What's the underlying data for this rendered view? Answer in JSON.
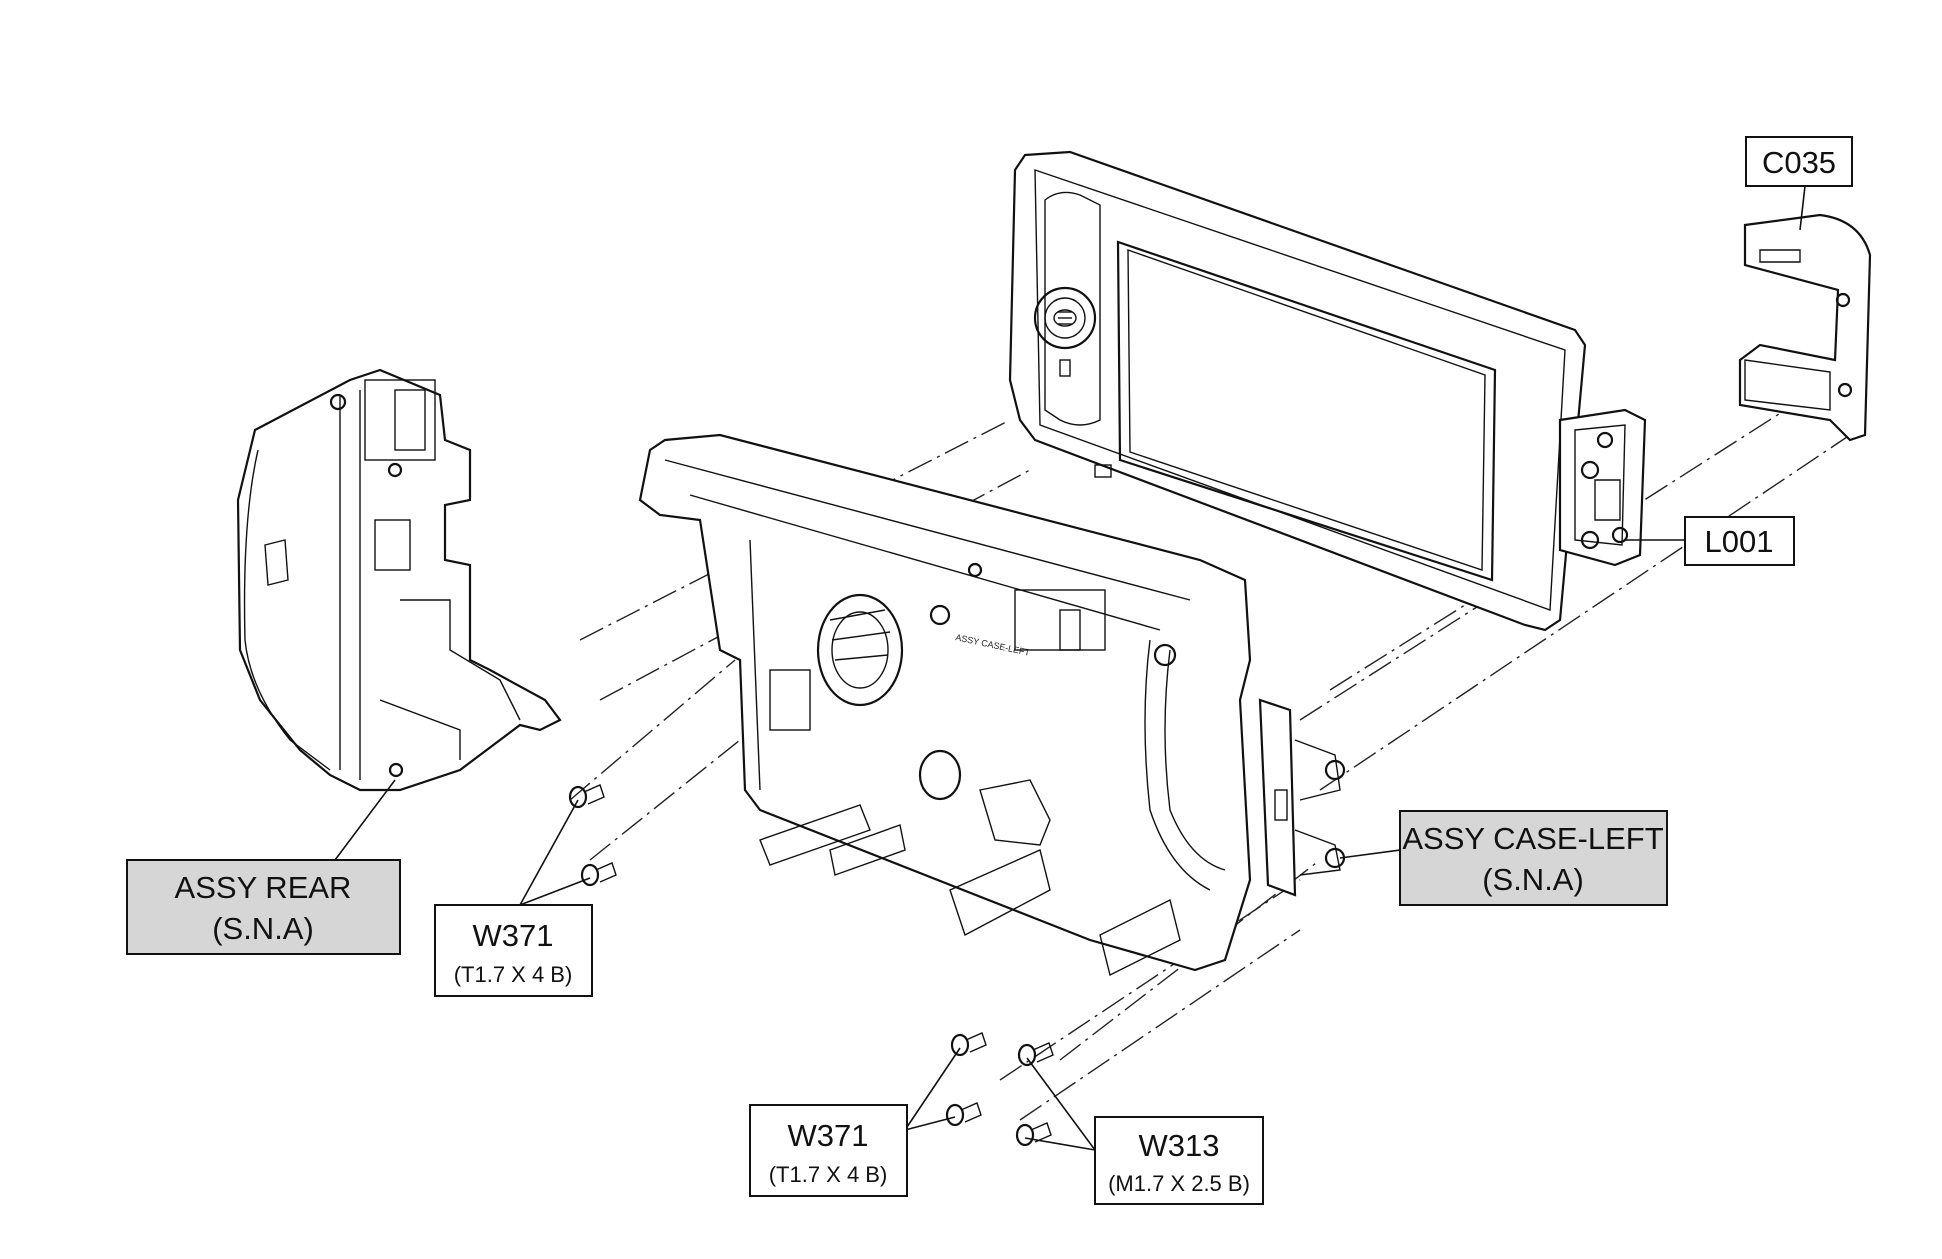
{
  "labels": {
    "c035": "C035",
    "l001": "L001",
    "assy_rear": {
      "line1": "ASSY REAR",
      "line2": "(S.N.A)"
    },
    "assy_case_left": {
      "line1": "ASSY CASE-LEFT",
      "line2": "(S.N.A)"
    },
    "w371_upper": {
      "code": "W371",
      "spec": "(T1.7 X 4 B)"
    },
    "w371_lower": {
      "code": "W371",
      "spec": "(T1.7 X 4 B)"
    },
    "w313": {
      "code": "W313",
      "spec": "(M1.7 X 2.5 B)"
    }
  },
  "colors": {
    "line": "#111111",
    "shaded_label_bg": "#d6d6d6",
    "background": "#ffffff"
  }
}
